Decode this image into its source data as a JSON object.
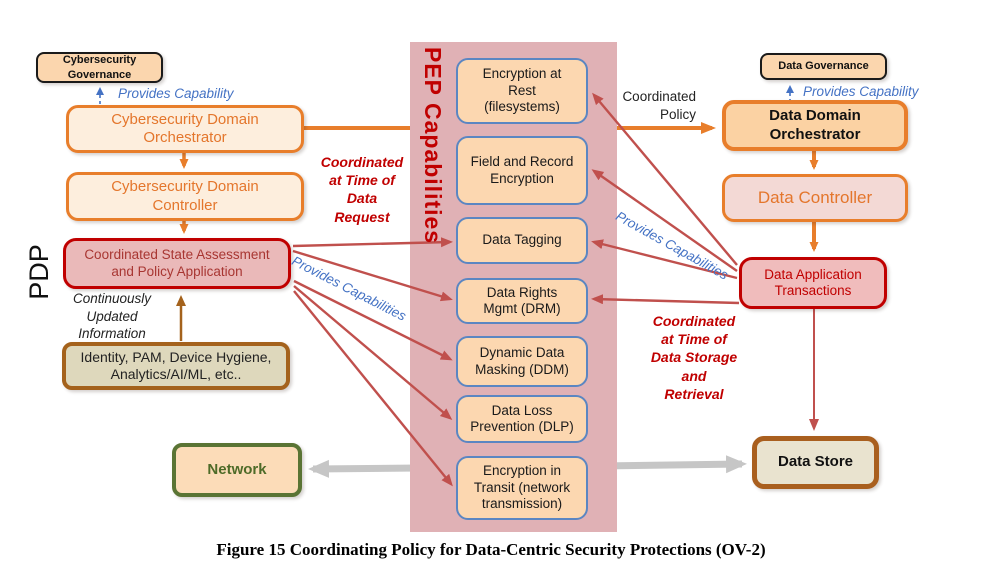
{
  "colors": {
    "band_pink": "#e0b1b5",
    "orange_accent": "#e87e2b",
    "red_accent": "#c00000",
    "fan_arrow_red": "#c0504d",
    "blue_note": "#4472c4",
    "brown_accent": "#a4621c",
    "green_accent": "#4e6b28",
    "gray_arrow": "#c6c6c6"
  },
  "labels": {
    "pdp": "PDP",
    "pep_band": "PEP Capabilities",
    "caption": "Figure 15 Coordinating Policy for Data-Centric Security Protections (OV-2)"
  },
  "left_column": {
    "governance_box": "Cybersecurity\nGovernance",
    "provides_capability": "Provides Capability",
    "orchestrator_box": "Cybersecurity Domain\nOrchestrator",
    "controller_box": "Cybersecurity Domain\nController",
    "assessment_box": "Coordinated State Assessment\nand Policy Application",
    "continuous_note": "Continuously\nUpdated\nInformation",
    "identity_box": "Identity, PAM, Device Hygiene,\nAnalytics/AI/ML, etc..",
    "network_box": "Network",
    "provides_capabilities": "Provides Capabilities",
    "coordinated_request_note": "Coordinated\nat Time of\nData\nRequest"
  },
  "pep_boxes": [
    "Encryption at\nRest\n(filesystems)",
    "Field and Record\nEncryption",
    "Data Tagging",
    "Data Rights\nMgmt (DRM)",
    "Dynamic Data\nMasking (DDM)",
    "Data Loss\nPrevention (DLP)",
    "Encryption in\nTransit (network\ntransmission)"
  ],
  "right_column": {
    "governance_box": "Data Governance",
    "provides_capability": "Provides Capability",
    "coordinated_policy_label": "Coordinated\nPolicy",
    "orchestrator_box": "Data Domain\nOrchestrator",
    "controller_box": "Data Controller",
    "transactions_box": "Data Application\nTransactions",
    "provides_capabilities": "Provides Capabilities",
    "coordinated_storage_note": "Coordinated\nat Time of\nData Storage\nand\nRetrieval",
    "datastore_box": "Data Store"
  }
}
